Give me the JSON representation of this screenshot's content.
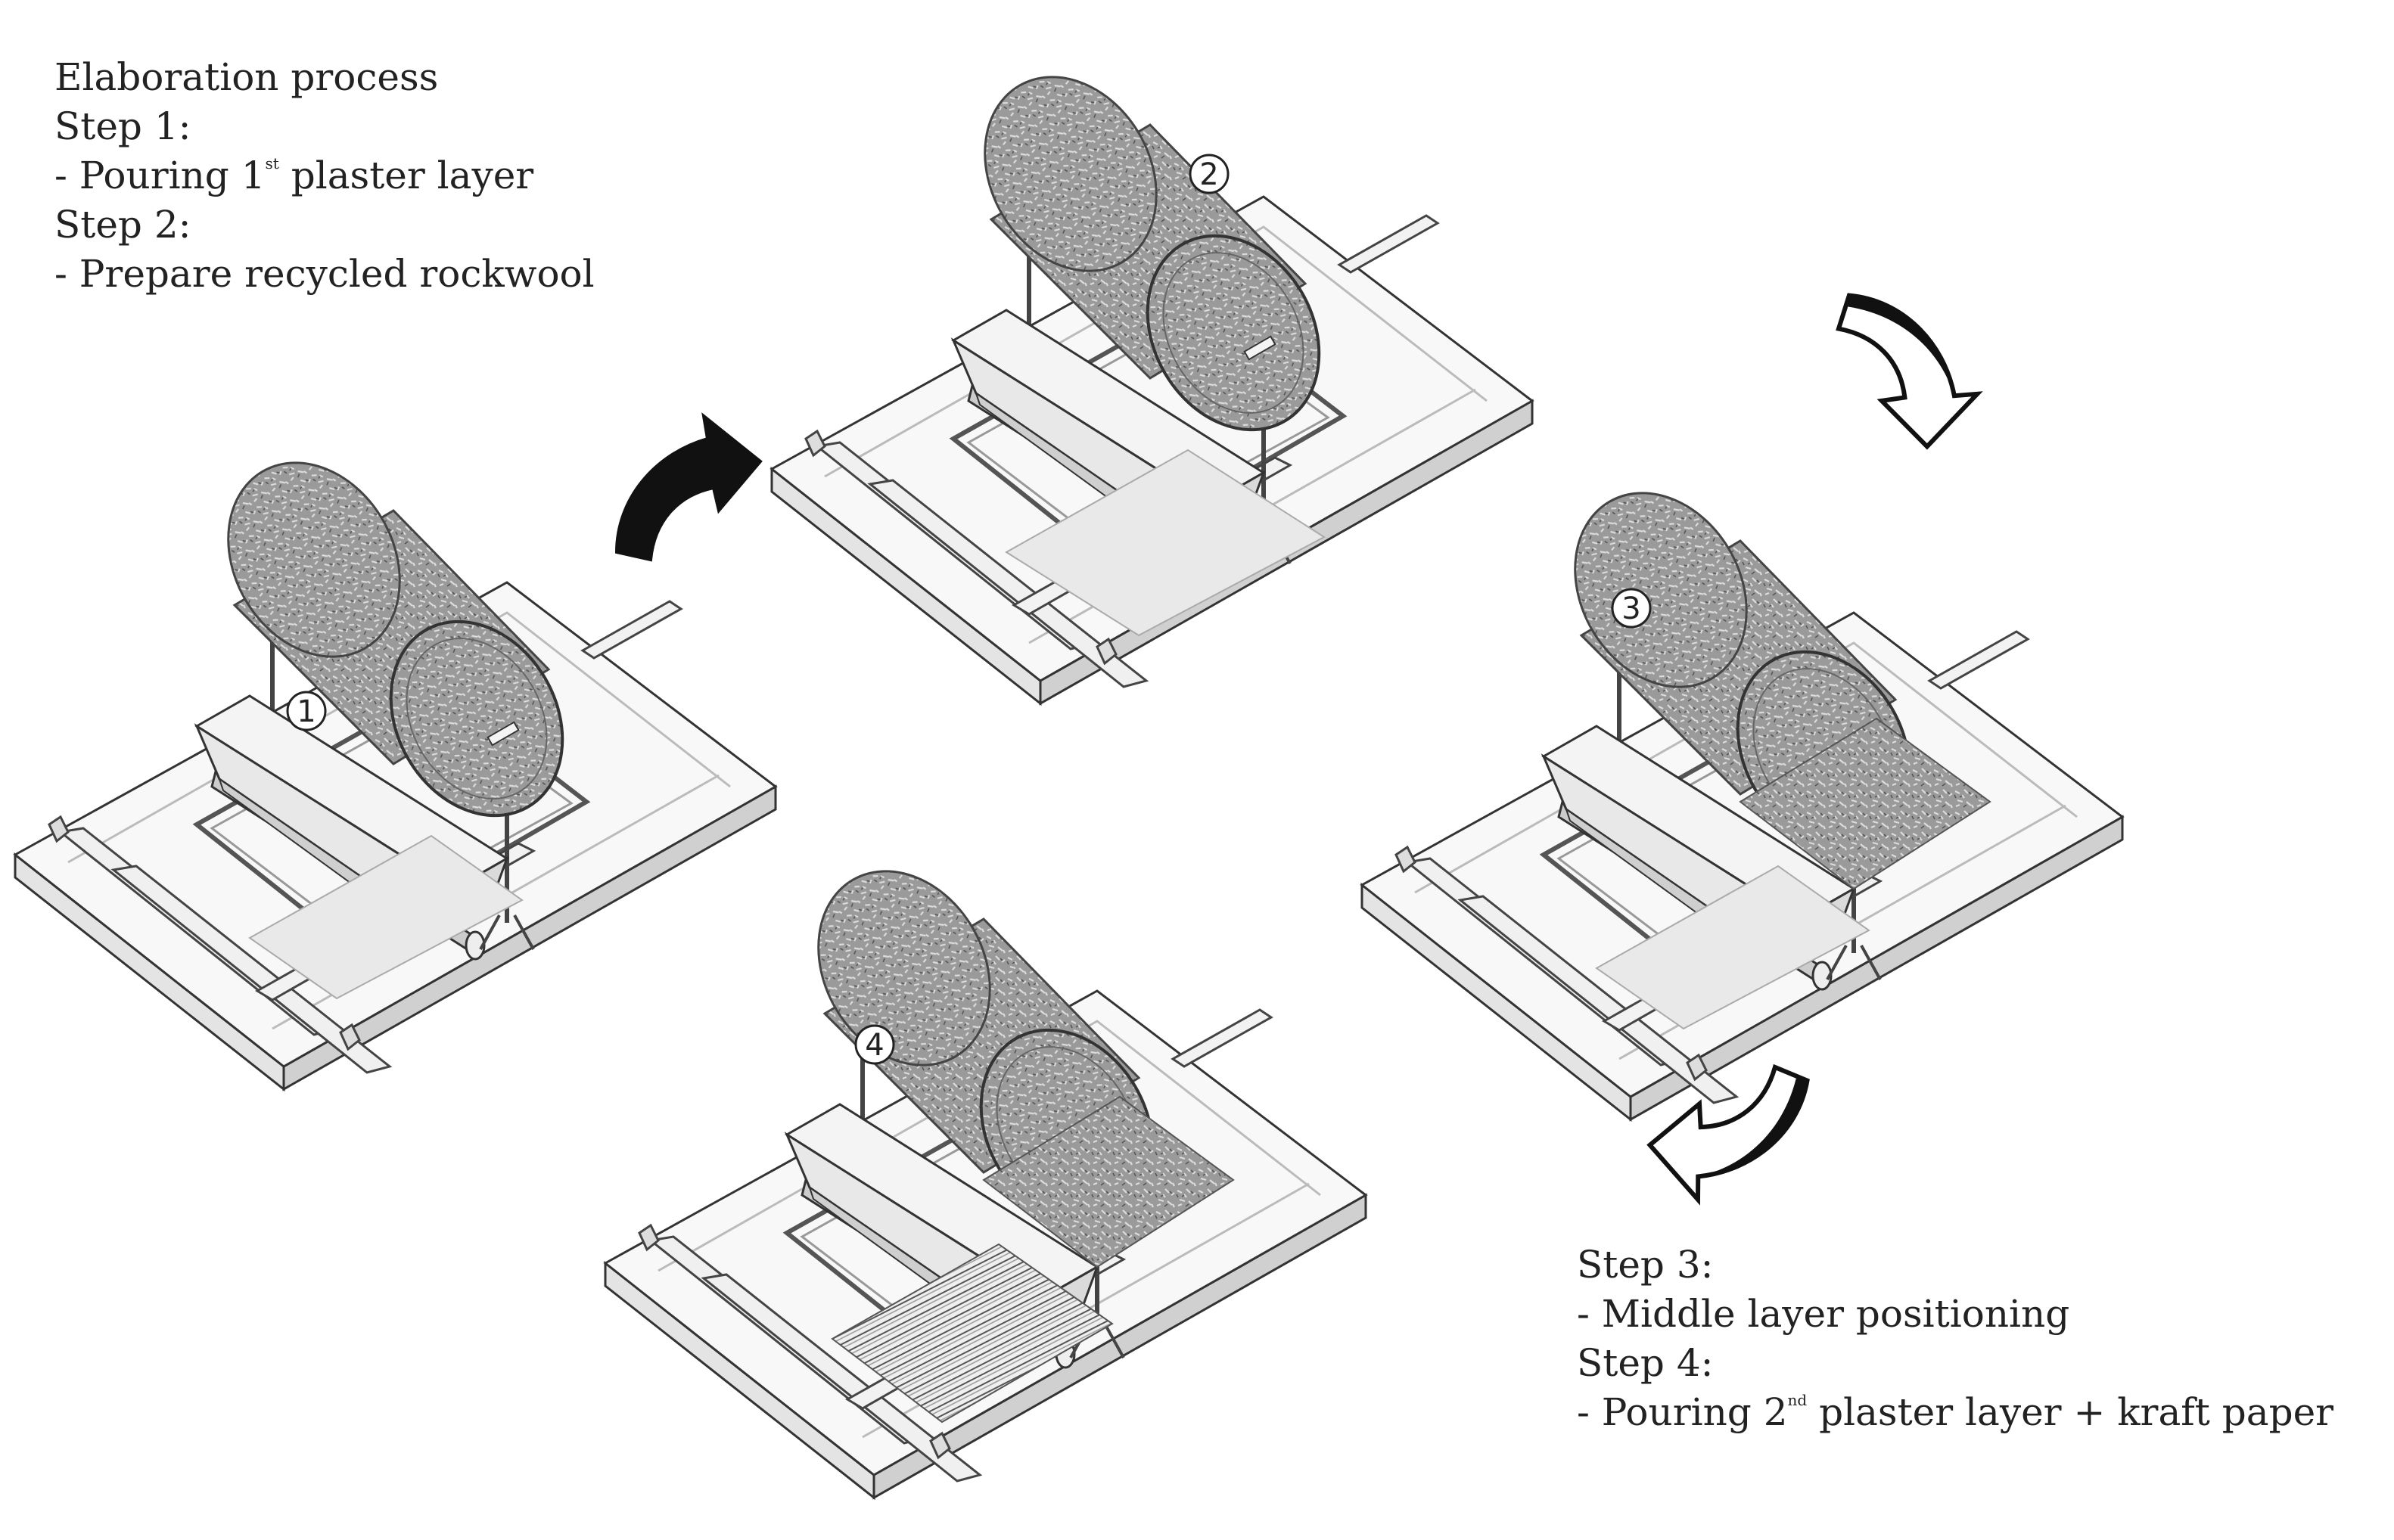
{
  "captions": {
    "top": {
      "title": "Elaboration process",
      "step1_heading": "Step 1:",
      "step1_text": "- Pouring 1",
      "step1_sup": "st",
      "step1_tail": " plaster layer",
      "step2_heading": "Step 2:",
      "step2_text": "- Prepare recycled rockwool"
    },
    "bottom": {
      "step3_heading": "Step 3:",
      "step3_text": "- Middle layer positioning",
      "step4_heading": "Step 4:",
      "step4_text": "- Pouring 2",
      "step4_sup": "nd",
      "step4_tail": " plaster layer + kraft paper"
    }
  },
  "stations": [
    {
      "number": "1"
    },
    {
      "number": "2"
    },
    {
      "number": "3"
    },
    {
      "number": "4"
    }
  ],
  "colors": {
    "line": "#333333",
    "board": "#f7f7f7",
    "rockwool": "#8a8a8a",
    "layer": "#e6e6e6",
    "arrow": "#111111"
  }
}
